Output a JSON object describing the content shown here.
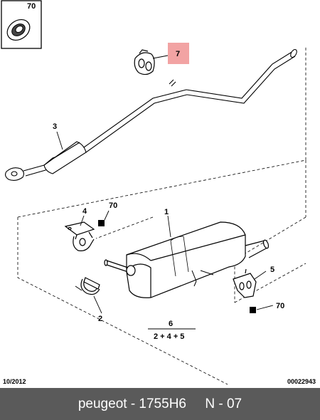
{
  "labels": {
    "inset_ref": "70",
    "part_7": "7",
    "part_3": "3",
    "part_1": "1",
    "part_4": "4",
    "part_70_a": "70",
    "part_5": "5",
    "part_70_b": "70",
    "part_2": "2",
    "kit_number": "6",
    "kit_formula": "2 + 4 + 5"
  },
  "colors": {
    "highlight": "#f2a3a3",
    "caption_bar": "#5a5a5a"
  },
  "footer": {
    "date": "10/2012",
    "doc_number": "00022943"
  },
  "caption": {
    "text": "peugeot - 1755H6     N - 07"
  }
}
